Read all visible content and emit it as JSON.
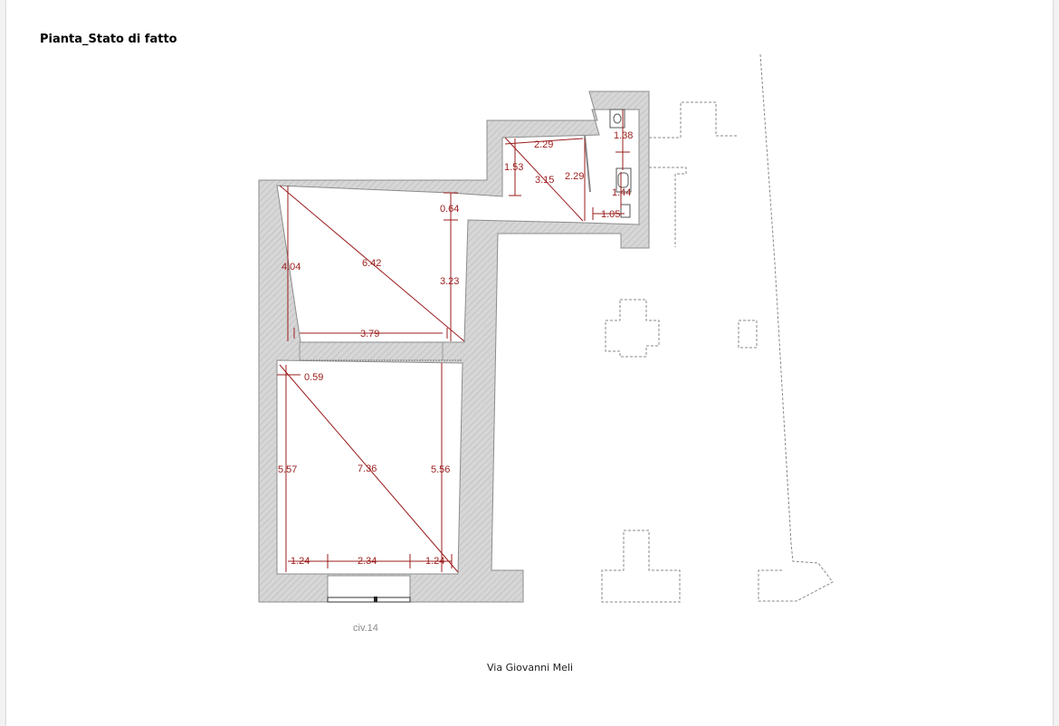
{
  "title": "Pianta_Stato di fatto",
  "street_label": "Via Giovanni Meli",
  "civic_label": "civ.14",
  "colors": {
    "wall_fill": "#d4d4d4",
    "wall_stroke": "#8c8c8c",
    "dimension": "#9b1c1c",
    "neighbor_outline": "#888888"
  },
  "dimensions": {
    "d_2_29_top": "2.29",
    "d_1_38": "1.38",
    "d_1_53": "1.53",
    "d_3_15": "3.15",
    "d_2_29_right": "2.29",
    "d_1_44": "1.44",
    "d_0_64": "0.64",
    "d_1_05": "1.05",
    "d_4_04": "4.04",
    "d_6_42": "6.42",
    "d_3_23": "3.23",
    "d_3_79": "3.79",
    "d_0_59": "0.59",
    "d_5_57": "5.57",
    "d_7_36": "7.36",
    "d_5_56": "5.56",
    "d_1_24_left": "1.24",
    "d_2_34": "2.34",
    "d_1_24_right": "1.24"
  }
}
